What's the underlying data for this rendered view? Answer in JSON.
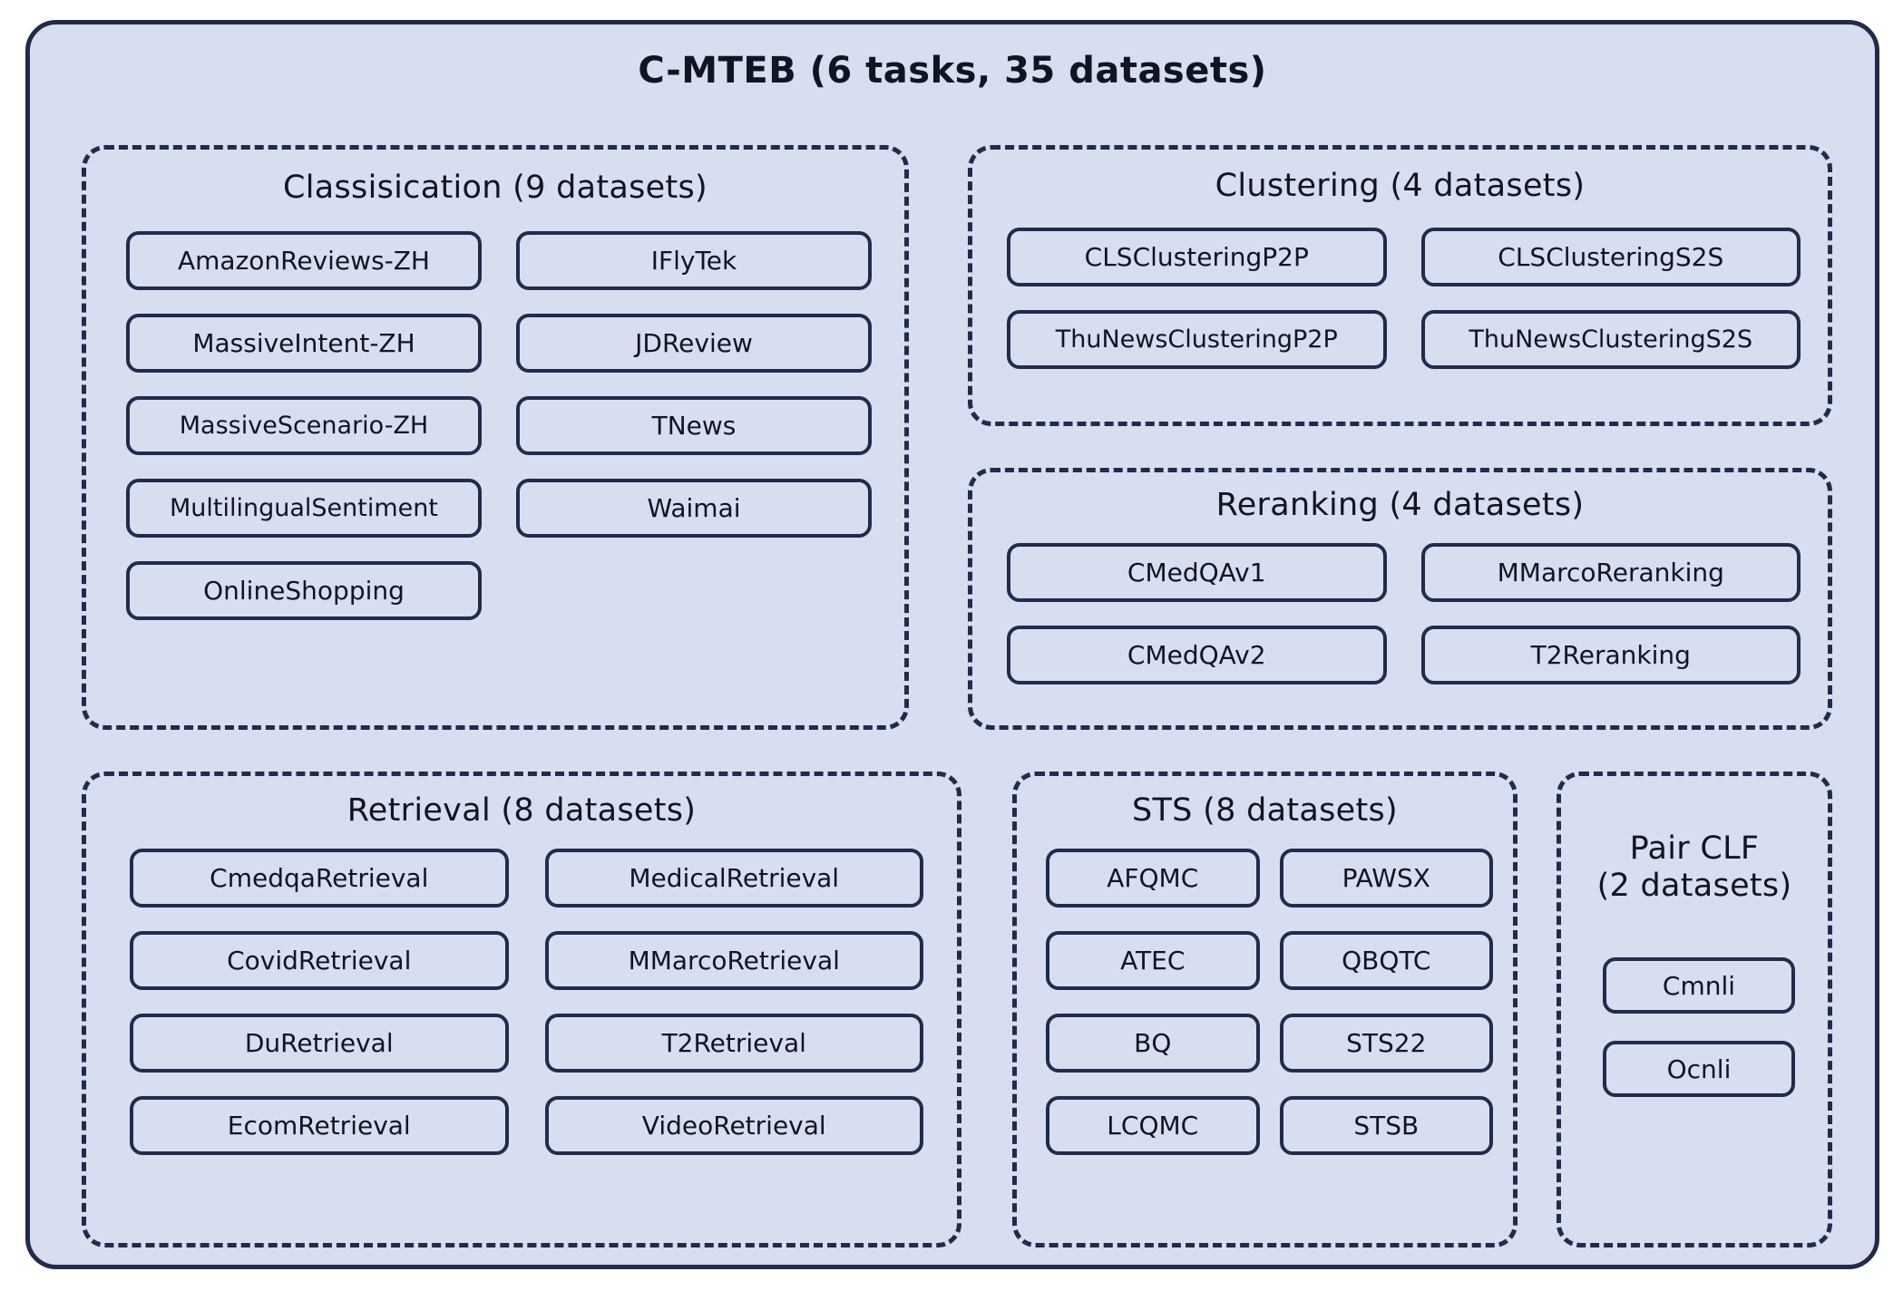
{
  "benchmark": {
    "title": "C-MTEB (6 tasks, 35 datasets)",
    "colors": {
      "panel_fill": "#d6def0",
      "stroke": "#222b4a",
      "text": "#101423"
    }
  },
  "groups": [
    {
      "id": "classification",
      "title": "Classisication (9 datasets)",
      "datasets": [
        "AmazonReviews-ZH",
        "IFlyTek",
        "MassiveIntent-ZH",
        "JDReview",
        "MassiveScenario-ZH",
        "TNews",
        "MultilingualSentiment",
        "Waimai",
        "OnlineShopping"
      ]
    },
    {
      "id": "clustering",
      "title": "Clustering (4 datasets)",
      "datasets": [
        "CLSClusteringP2P",
        "CLSClusteringS2S",
        "ThuNewsClusteringP2P",
        "ThuNewsClusteringS2S"
      ]
    },
    {
      "id": "reranking",
      "title": "Reranking (4 datasets)",
      "datasets": [
        "CMedQAv1",
        "MMarcoReranking",
        "CMedQAv2",
        "T2Reranking"
      ]
    },
    {
      "id": "retrieval",
      "title": "Retrieval (8 datasets)",
      "datasets": [
        "CmedqaRetrieval",
        "MedicalRetrieval",
        "CovidRetrieval",
        "MMarcoRetrieval",
        "DuRetrieval",
        "T2Retrieval",
        "EcomRetrieval",
        "VideoRetrieval"
      ]
    },
    {
      "id": "sts",
      "title": "STS (8 datasets)",
      "datasets": [
        "AFQMC",
        "PAWSX",
        "ATEC",
        "QBQTC",
        "BQ",
        "STS22",
        "LCQMC",
        "STSB"
      ]
    },
    {
      "id": "pairclf",
      "title": "Pair CLF\n(2 datasets)",
      "datasets": [
        "Cmnli",
        "Ocnli"
      ]
    }
  ]
}
